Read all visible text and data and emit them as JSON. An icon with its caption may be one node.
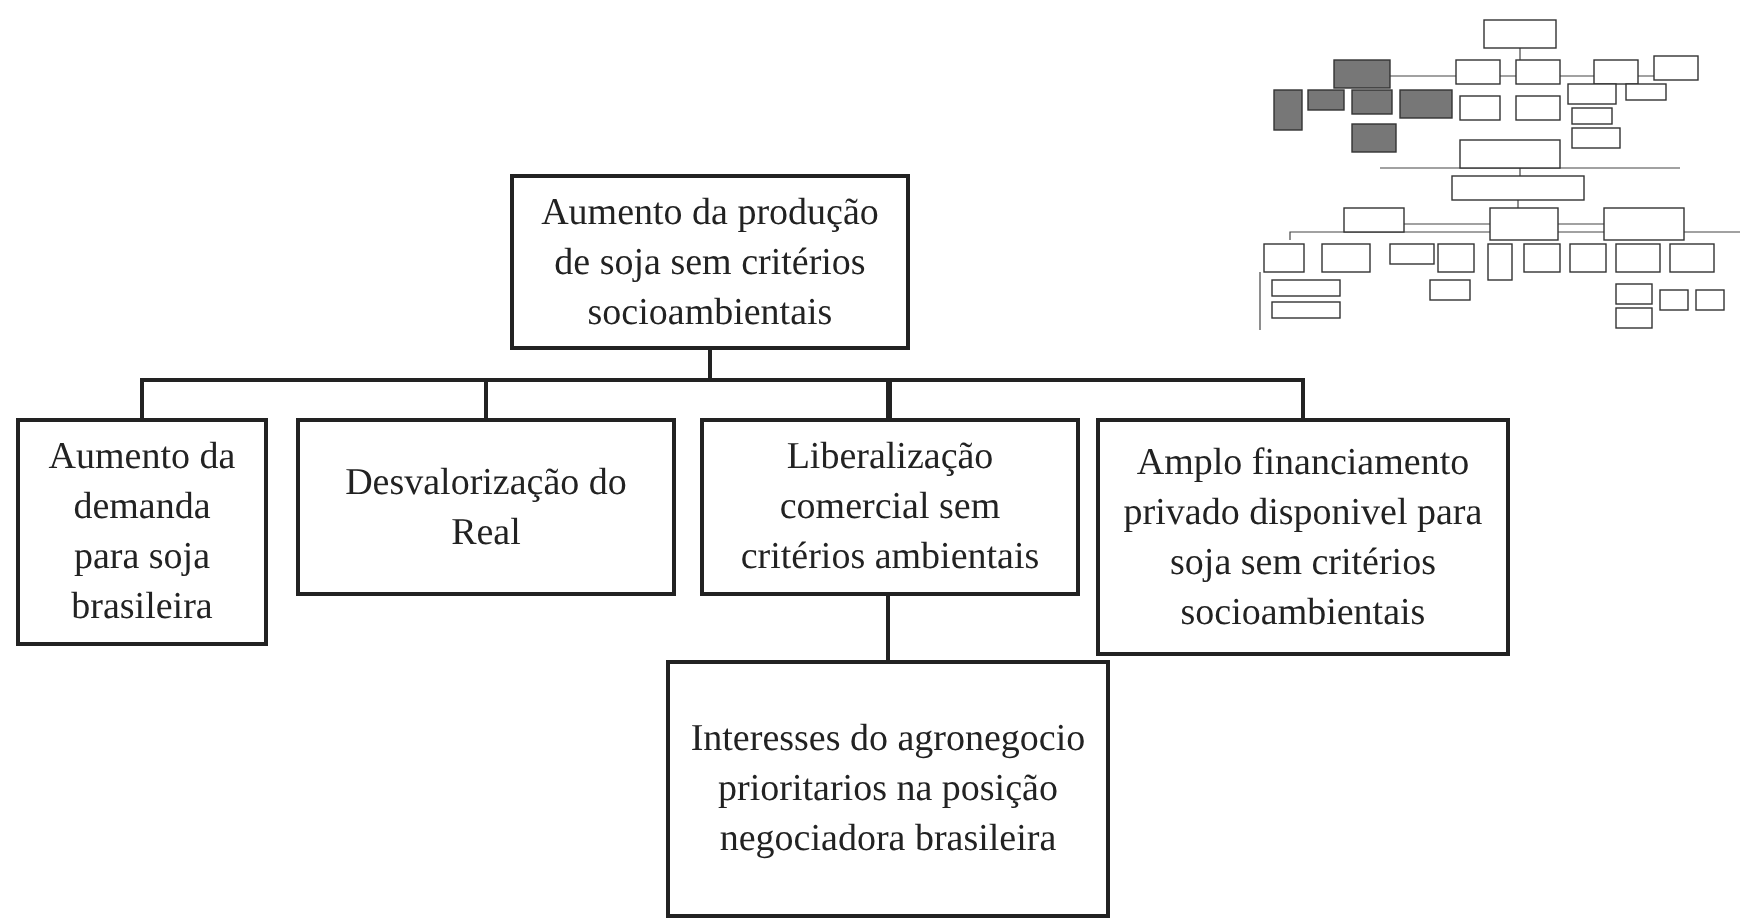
{
  "diagram": {
    "nodes": [
      {
        "text": [
          "Aumento da produção de soja sem critérios socioambientais"
        ]
      },
      {
        "text": [
          "Aumento da demanda para soja brasileira"
        ]
      },
      {
        "text": [
          "Desvalorização do Real"
        ]
      },
      {
        "text": [
          "Liberalização comercial sem critérios ambientais"
        ]
      },
      {
        "text": [
          "Amplo financiamento privado disponivel para soja sem critérios socioambientais"
        ]
      },
      {
        "text": [
          "Interesses do agronegocio prioritarios na posição negociadora brasileira"
        ]
      }
    ],
    "edges": [
      {
        "from": 0,
        "to": 1,
        "arrow": "none"
      },
      {
        "from": 0,
        "to": 2,
        "arrow": "none"
      },
      {
        "from": 0,
        "to": 3,
        "arrow": "none"
      },
      {
        "from": 0,
        "to": 4,
        "arrow": "none"
      },
      {
        "from": 3,
        "to": 5,
        "arrow": "none"
      }
    ]
  }
}
